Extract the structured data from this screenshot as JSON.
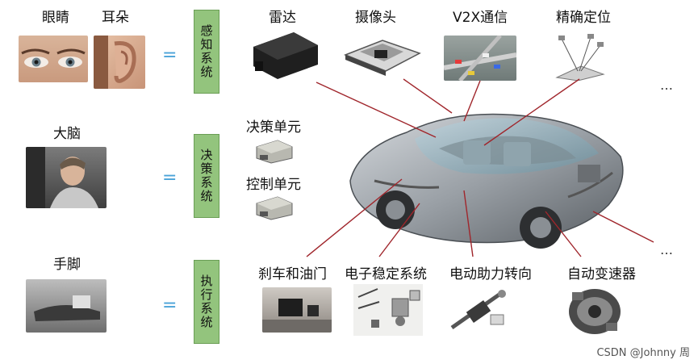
{
  "human": {
    "eyes": "眼睛",
    "ears": "耳朵",
    "brain": "大脑",
    "limbs": "手脚"
  },
  "equals_sign": "=",
  "systems": {
    "perception": "感知系统",
    "decision": "决策系统",
    "execution": "执行系统"
  },
  "sensors": {
    "radar": "雷达",
    "camera": "摄像头",
    "v2x": "V2X通信",
    "positioning": "精确定位",
    "more": "…"
  },
  "decision_units": {
    "decision_unit": "决策单元",
    "control_unit": "控制单元"
  },
  "actuators": {
    "brake_throttle": "刹车和油门",
    "esc": "电子稳定系统",
    "eps": "电动助力转向",
    "transmission": "自动变速器",
    "more": "…"
  },
  "watermark": "CSDN @Johnny 周",
  "colors": {
    "system_box": "#93c47d",
    "equals": "#4aa3d8",
    "leader_line": "#a0262c"
  }
}
